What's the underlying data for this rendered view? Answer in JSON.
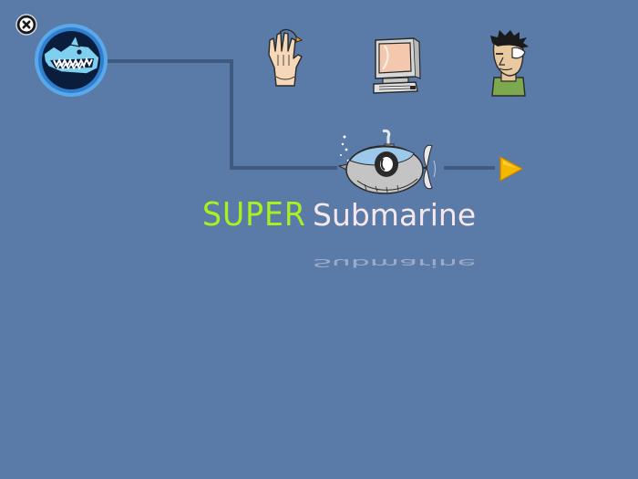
{
  "title": {
    "word1": "SUPER",
    "word2": "Submarine",
    "reflection": "Submarine"
  },
  "colors": {
    "background": "#5a7aa8",
    "title_word1": "#a8f020",
    "title_word2": "#f4e8ec",
    "connector": "#3f5a80",
    "play_arrow": "#f5b800"
  },
  "icons": {
    "close": "close-icon",
    "shark": "shark-icon",
    "hand": "hand-icon",
    "computer": "computer-icon",
    "face": "face-icon",
    "submarine": "submarine-icon",
    "play": "play-arrow-icon"
  }
}
